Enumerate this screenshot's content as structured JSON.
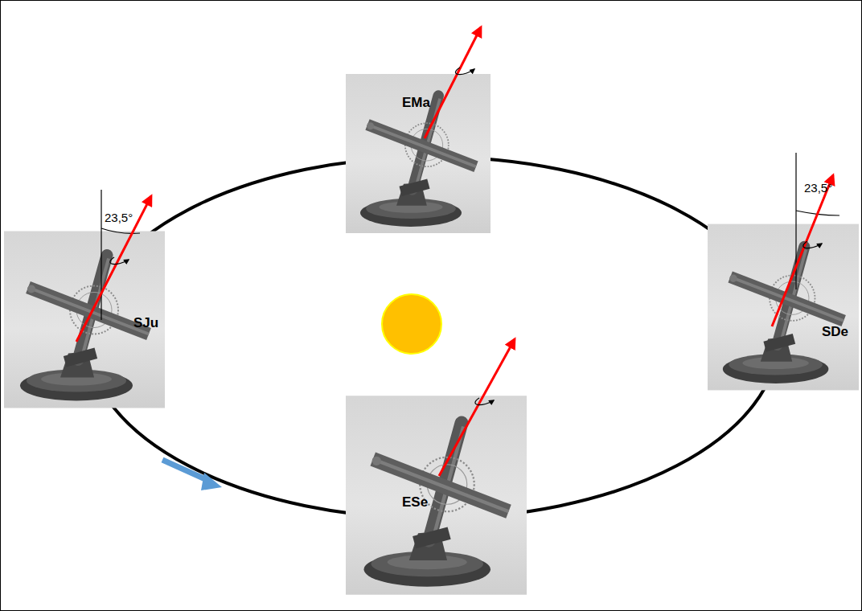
{
  "diagram": {
    "labels": [
      "EMa",
      "23,5°",
      "SJu",
      "23,5°",
      "SDe",
      "ESe"
    ]
  }
}
